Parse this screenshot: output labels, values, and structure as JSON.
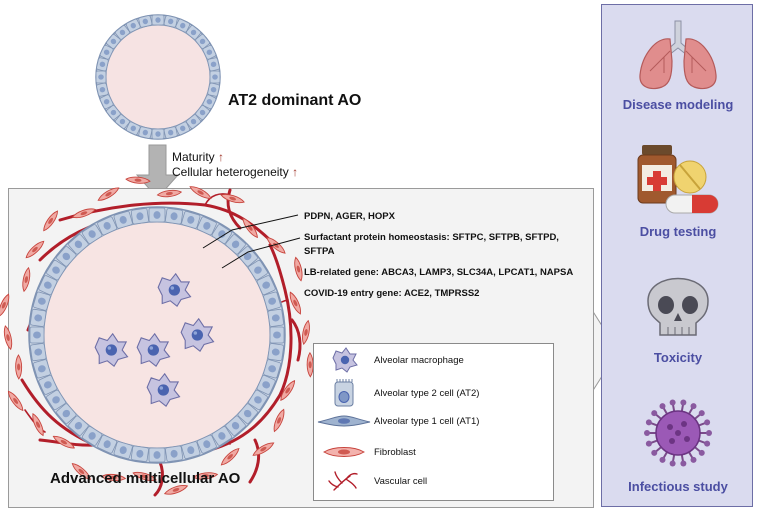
{
  "top": {
    "title": "AT2 dominant AO",
    "metric_1": "Maturity",
    "metric_2": "Cellular heterogeneity",
    "up_arrow": "↑"
  },
  "genes": [
    "PDPN, AGER, HOPX",
    "Surfactant protein homeostasis: SFTPC, SFTPB, SFTPD, SFTPA",
    "LB-related gene: ABCA3, LAMP3, SLC34A, LPCAT1, NAPSA",
    "COVID-19 entry gene: ACE2, TMPRSS2"
  ],
  "legend": [
    {
      "label": "Alveolar macrophage",
      "icon": "macrophage-icon"
    },
    {
      "label": "Alveolar type 2 cell (AT2)",
      "icon": "at2-cell-icon"
    },
    {
      "label": "Alveolar type 1 cell (AT1)",
      "icon": "at1-cell-icon"
    },
    {
      "label": "Fibroblast",
      "icon": "fibroblast-icon"
    },
    {
      "label": "Vascular cell",
      "icon": "vascular-cell-icon"
    }
  ],
  "bottom_title": "Advanced multicellular AO",
  "applications": [
    {
      "label": "Disease modeling",
      "icon": "lungs-icon"
    },
    {
      "label": "Drug testing",
      "icon": "medicine-icon"
    },
    {
      "label": "Toxicity",
      "icon": "skull-icon"
    },
    {
      "label": "Infectious study",
      "icon": "virus-icon"
    }
  ],
  "colors": {
    "vessel": "#b21e2a",
    "fibroblast": "#e88f8a",
    "lumen": "#f7e4e3",
    "epithelium": "#b9c9dc",
    "macrophage": "#c6c3e0",
    "nucleus": "#4a64b0",
    "app_panel": "#dadbef",
    "app_text": "#4b4ea2"
  }
}
